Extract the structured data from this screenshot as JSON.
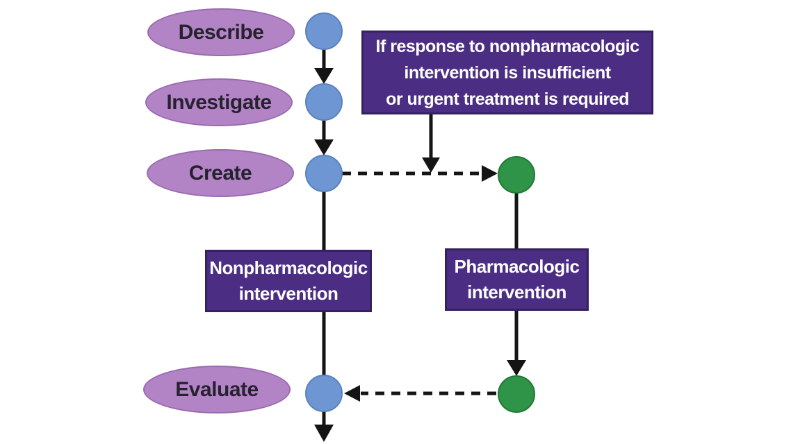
{
  "colors": {
    "background": "#ffffff",
    "stage-ellipse": "#b384c5",
    "stage-ellipse-border": "#9a6ab0",
    "node-blue": "#6d96d3",
    "node-blue-border": "#5b82bf",
    "node-green": "#2f9447",
    "node-green-border": "#1e7a35",
    "box-purple": "#4b2e83",
    "box-purple-border": "#35215e",
    "line": "#141414",
    "text-dark": "#262230",
    "text-white": "#ffffff"
  },
  "stages": [
    {
      "label": "Describe"
    },
    {
      "label": "Investigate"
    },
    {
      "label": "Create"
    },
    {
      "label": "Evaluate"
    }
  ],
  "condition_box": {
    "lines": [
      "If response to nonpharmacologic",
      "intervention is insufficient",
      "or urgent treatment is required"
    ]
  },
  "branches": [
    {
      "name": "Nonpharmacologic intervention",
      "lines": [
        "Nonpharmacologic",
        "intervention"
      ]
    },
    {
      "name": "Pharmacologic intervention",
      "lines": [
        "Pharmacologic",
        "intervention"
      ]
    }
  ]
}
